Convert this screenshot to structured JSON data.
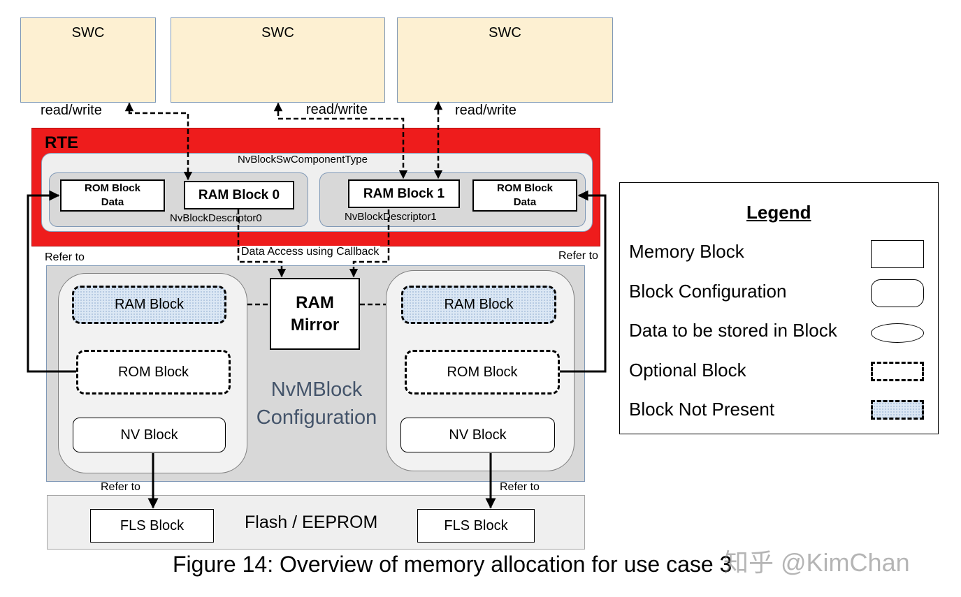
{
  "swc": {
    "label_1": "SWC",
    "label_2": "SWC",
    "label_3": "SWC"
  },
  "access": {
    "rw_1": "read/write",
    "rw_2": "read/write",
    "rw_3": "read/write"
  },
  "rte": {
    "label": "RTE",
    "component_type": "NvBlockSwComponentType",
    "descriptor_0": {
      "name": "NvBlockDescriptor0",
      "rom_block_data": "ROM Block Data",
      "ram_block": "RAM Block 0"
    },
    "descriptor_1": {
      "name": "NvBlockDescriptor1",
      "ram_block": "RAM Block 1",
      "rom_block_data": "ROM Block Data"
    }
  },
  "callback": "Data Access using Callback",
  "refer_to": {
    "left_top": "Refer to",
    "right_top": "Refer to",
    "left_bottom": "Refer to",
    "right_bottom": "Refer to"
  },
  "nvm": {
    "title": "NvMBlock Configuration",
    "ram_mirror": "RAM Mirror",
    "left": {
      "ram_block": "RAM Block",
      "rom_block": "ROM Block",
      "nv_block": "NV Block"
    },
    "right": {
      "ram_block": "RAM Block",
      "rom_block": "ROM Block",
      "nv_block": "NV Block"
    }
  },
  "flash": {
    "label": "Flash / EEPROM",
    "fls_left": "FLS Block",
    "fls_right": "FLS Block"
  },
  "legend": {
    "title": "Legend",
    "items": [
      "Memory Block",
      "Block Configuration",
      "Data to be stored in Block",
      "Optional Block",
      "Block Not Present"
    ]
  },
  "caption": "Figure 14: Overview of memory allocation for use case 3",
  "watermark": "知乎 @KimChan"
}
